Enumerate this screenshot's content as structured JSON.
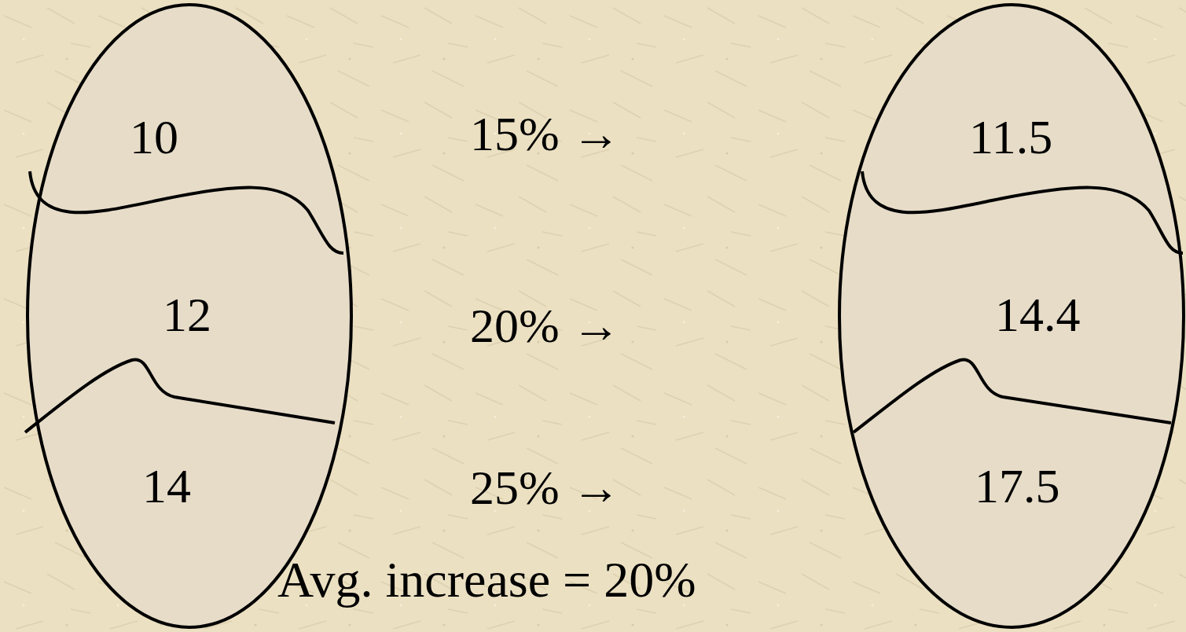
{
  "diagram": {
    "nodes": [
      {
        "text": [
          "10"
        ]
      },
      {
        "text": [
          "12"
        ]
      },
      {
        "text": [
          "14"
        ]
      },
      {
        "text": [
          "11.5"
        ]
      },
      {
        "text": [
          "14.4"
        ]
      },
      {
        "text": [
          "17.5"
        ]
      }
    ],
    "labels": [
      "15% →",
      "20% →",
      "25% →",
      "Avg. increase = 20%"
    ]
  }
}
